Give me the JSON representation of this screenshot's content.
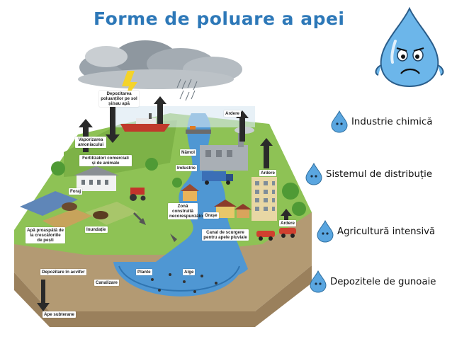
{
  "title": "Forme de poluare a apei",
  "legend": [
    {
      "label": "Industrie chimică"
    },
    {
      "label": "Sistemul de distribuție"
    },
    {
      "label": "Agricultură intensivă"
    },
    {
      "label": "Depozitele de gunoaie"
    }
  ],
  "diagram_labels": {
    "deposition": "Depozitarea poluanților pe sol și/sau apă",
    "ammonia": "Vaporizarea amoniacului",
    "fertilizers": "Fertilizatori comerciali și de animale",
    "combustion_top": "Ardere",
    "sludge": "Nămol",
    "industry": "Industrie",
    "combustion_mid": "Ardere",
    "drilling": "Foraj",
    "noncompliant": "Zonă construită necorespunzător",
    "cities": "Orașe",
    "fresh_water": "Apă proaspătă de la crescătoriile de pești",
    "flooding": "Inundație",
    "combustion_low": "Ardere",
    "storm_drain": "Canal de scurgere pentru apele pluviale",
    "aquifer": "Depozitare în acvifer",
    "sewage": "Canalizare",
    "plants": "Plante",
    "algae": "Alge",
    "groundwater": "Ape subterane"
  },
  "colors": {
    "title": "#2d78b8",
    "water": "#4f97d3",
    "drop": "#5aa6e0",
    "ground": "#b39a73",
    "grass": "#8ec255"
  },
  "icons": [
    "water-drop-icon",
    "sad-water-drop-mascot"
  ]
}
